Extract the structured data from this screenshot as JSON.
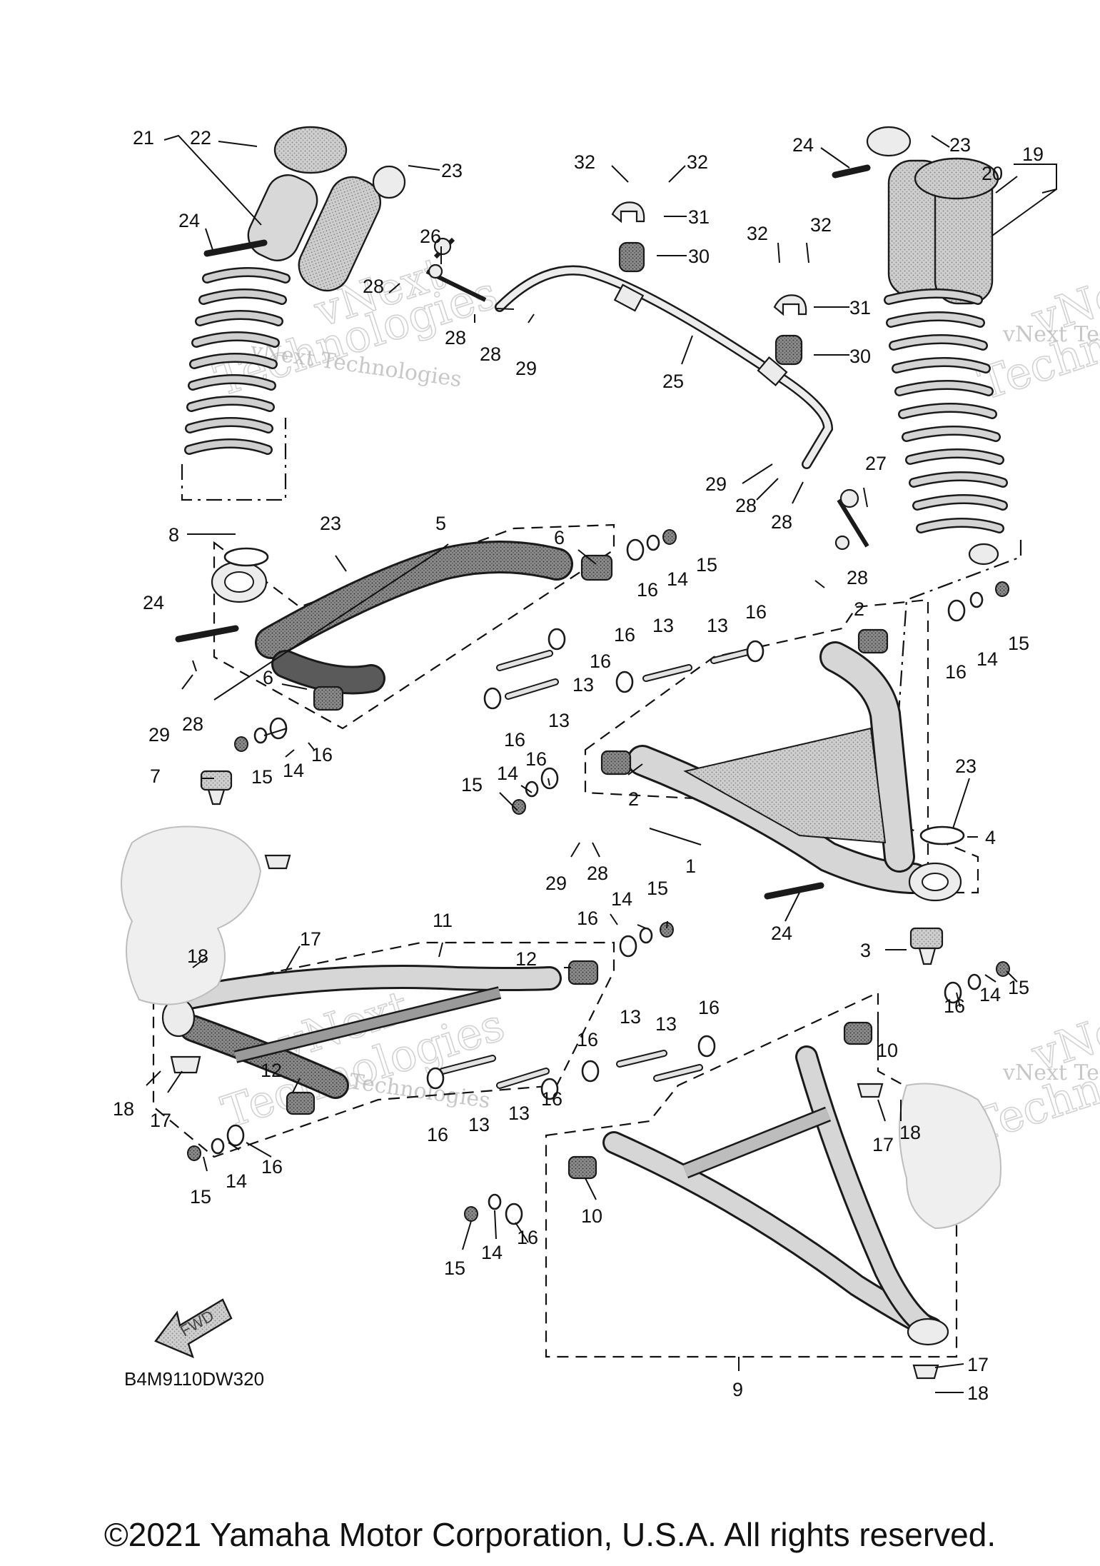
{
  "diagram": {
    "code": "B4M9110DW320",
    "fwd_label": "FWD",
    "copyright": "©2021 Yamaha Motor Corporation, U.S.A. All rights reserved.",
    "watermark": {
      "line1": "vNext Technologies",
      "word_a": "vNext",
      "word_b": "Technologies",
      "partial_a": "vNext Tec",
      "partial_b": "Techno",
      "partial_c": "vNe",
      "partial_d": "vNe"
    },
    "callouts": [
      "21",
      "22",
      "23",
      "24",
      "32",
      "32",
      "31",
      "30",
      "24",
      "23",
      "19",
      "20",
      "32",
      "32",
      "31",
      "30",
      "26",
      "28",
      "28",
      "28",
      "29",
      "25",
      "29",
      "28",
      "28",
      "27",
      "28",
      "8",
      "23",
      "5",
      "6",
      "16",
      "14",
      "15",
      "24",
      "29",
      "28",
      "6",
      "15",
      "14",
      "16",
      "16",
      "13",
      "13",
      "16",
      "13",
      "13",
      "16",
      "16",
      "2",
      "16",
      "14",
      "15",
      "7",
      "15",
      "14",
      "16",
      "2",
      "23",
      "4",
      "29",
      "28",
      "1",
      "24",
      "11",
      "16",
      "14",
      "15",
      "12",
      "3",
      "16",
      "14",
      "15",
      "18",
      "17",
      "16",
      "13",
      "13",
      "16",
      "10",
      "12",
      "16",
      "13",
      "13",
      "16",
      "18",
      "17",
      "17",
      "18",
      "15",
      "14",
      "16",
      "10",
      "15",
      "14",
      "16",
      "9",
      "17",
      "18"
    ]
  }
}
